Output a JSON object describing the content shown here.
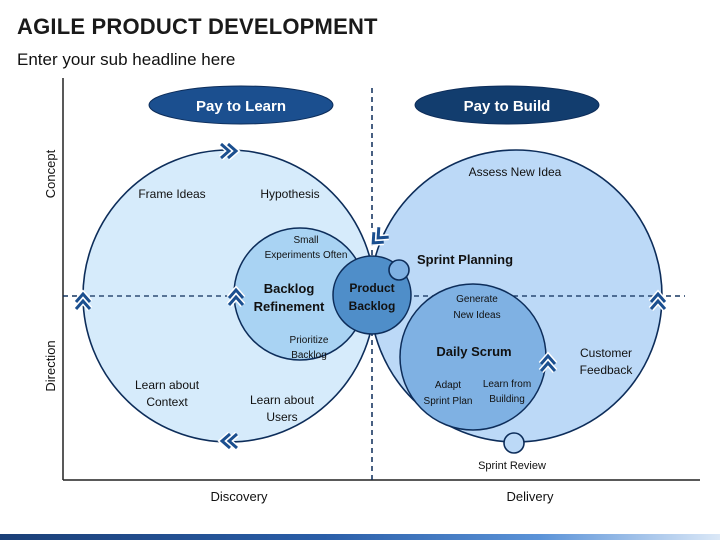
{
  "header": {
    "title": "AGILE PRODUCT DEVELOPMENT",
    "subtitle": "Enter your sub headline here"
  },
  "colors": {
    "pill_learn": "#1b4f8f",
    "pill_build": "#123d6e",
    "circle_light": "#d6ebfb",
    "circle_build": "#bcd9f7",
    "inner_circle": "#a9d3f3",
    "product_backlog": "#4f8ec9",
    "daily_scrum": "#7fb1e3",
    "stroke": "#0d2d5a"
  },
  "pills": {
    "learn": "Pay to Learn",
    "build": "Pay to Build"
  },
  "axes": {
    "y_top": "Concept",
    "y_bottom": "Direction",
    "x_left": "Discovery",
    "x_right": "Delivery"
  },
  "left_circle": {
    "frame_ideas": "Frame Ideas",
    "hypothesis": "Hypothesis",
    "learn_context_1": "Learn about",
    "learn_context_2": "Context",
    "learn_users_1": "Learn about",
    "learn_users_2": "Users"
  },
  "refinement": {
    "small_1": "Small",
    "small_2": "Experiments Often",
    "title_1": "Backlog",
    "title_2": "Refinement",
    "prioritize_1": "Prioritize",
    "prioritize_2": "Backlog"
  },
  "backlog": {
    "line_1": "Product",
    "line_2": "Backlog"
  },
  "right_circle": {
    "assess": "Assess New Idea",
    "sprint_planning": "Sprint Planning",
    "customer_1": "Customer",
    "customer_2": "Feedback",
    "sprint_review": "Sprint Review"
  },
  "scrum": {
    "generate_1": "Generate",
    "generate_2": "New Ideas",
    "title": "Daily Scrum",
    "adapt_1": "Adapt",
    "adapt_2": "Sprint Plan",
    "learn_1": "Learn from",
    "learn_2": "Building"
  }
}
